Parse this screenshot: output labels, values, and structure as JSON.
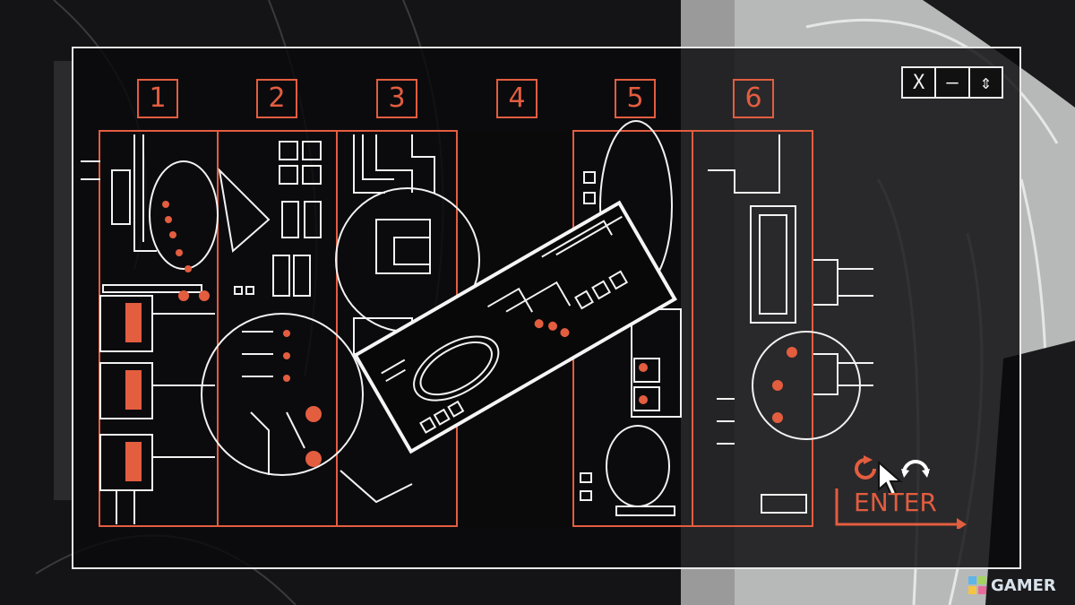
{
  "puzzle": {
    "slots": [
      {
        "label": "1"
      },
      {
        "label": "2"
      },
      {
        "label": "3"
      },
      {
        "label": "4"
      },
      {
        "label": "5"
      },
      {
        "label": "6"
      }
    ]
  },
  "window_controls": {
    "close_label": "X",
    "minimize_label": "–",
    "scroll_label": "⇕"
  },
  "controls": {
    "enter_label": "ENTER",
    "rotate_left_icon": "rotate-ccw-icon",
    "rotate_right_icon": "rotate-cw-icon"
  },
  "watermark": {
    "text": "GAMER"
  },
  "colors": {
    "accent": "#e35d3f",
    "line": "#f2f2f2",
    "background": "#0d0d0f"
  }
}
